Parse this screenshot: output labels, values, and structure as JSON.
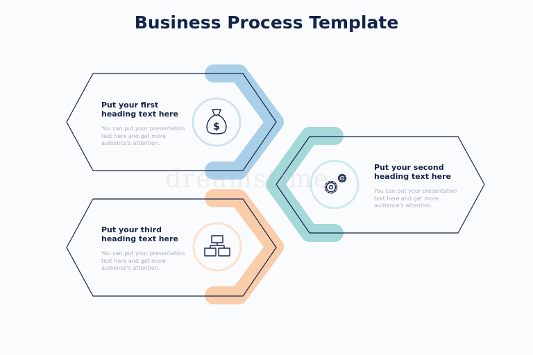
{
  "title": "Business Process Template",
  "watermark": "dreamstime",
  "colors": {
    "navy": "#13244a",
    "blue": "#a9cfe9",
    "teal": "#a4d8d9",
    "orange": "#f9ccaa"
  },
  "steps": [
    {
      "heading": "Put your first heading text here",
      "body": "You can put your presentation text here and get more audience's attention.",
      "icon": "money-bag-icon"
    },
    {
      "heading": "Put your second heading text here",
      "body": "You can put your presentation text here and get more audience's attention.",
      "icon": "gears-icon"
    },
    {
      "heading": "Put your third heading text here",
      "body": "You can put your presentation text here and get more audience's attention.",
      "icon": "hierarchy-icon"
    }
  ]
}
